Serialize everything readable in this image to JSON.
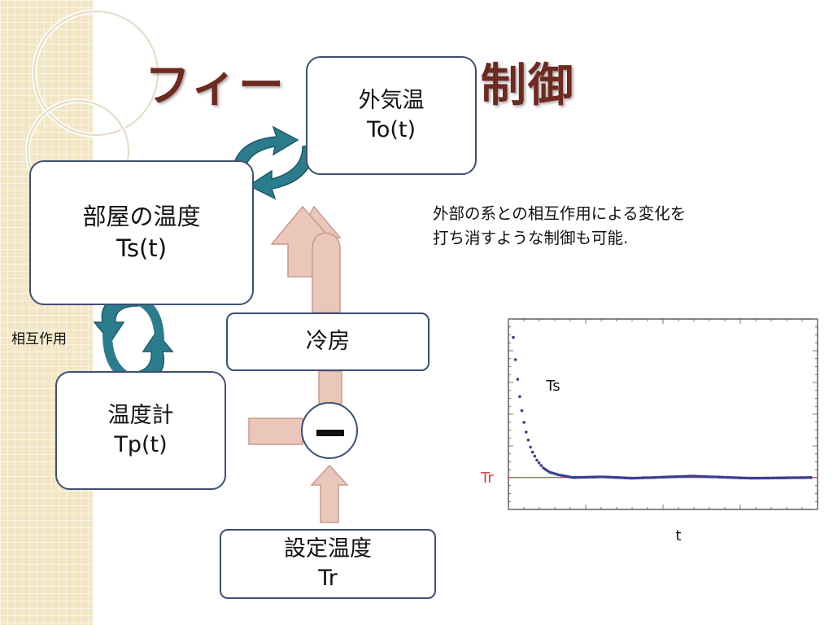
{
  "title": {
    "left": "フィー",
    "right": "制御"
  },
  "boxes": {
    "outside": {
      "line1": "外気温",
      "line2": "To(t)"
    },
    "room": {
      "line1": "部屋の温度",
      "line2": "Ts(t)"
    },
    "thermometer": {
      "line1": "温度計",
      "line2": "Tp(t)"
    },
    "cooler": {
      "label": "冷房"
    },
    "setpoint": {
      "line1": "設定温度",
      "line2": "Tr"
    }
  },
  "interaction_label": "相互作用",
  "note": {
    "line1": "外部の系との相互作用による変化を",
    "line2": "打ち消すような制御も可能."
  },
  "colors": {
    "title": "#6e2a1f",
    "box_border": "#3d4f74",
    "flow_arrow": "#ebc6bb",
    "cycle_arrow": "#2b7c8c",
    "series_ts": "#3b3f8f",
    "reference_tr": "#e23b3b"
  },
  "chart_data": {
    "type": "scatter",
    "xlabel": "t",
    "ylabel": "",
    "series": [
      {
        "name": "Ts",
        "x": [
          0,
          1,
          2,
          3,
          4,
          5,
          6,
          8,
          10,
          12,
          15,
          20,
          30,
          40,
          60,
          80,
          100
        ],
        "y": [
          1.0,
          0.78,
          0.6,
          0.46,
          0.35,
          0.27,
          0.2,
          0.12,
          0.07,
          0.04,
          0.02,
          0.0,
          0.005,
          -0.005,
          0.01,
          -0.005,
          0.0
        ]
      },
      {
        "name": "Tr",
        "x": [
          0,
          100
        ],
        "y": [
          0,
          0
        ]
      }
    ],
    "xlim": [
      0,
      100
    ],
    "ylim": [
      -0.1,
      1.05
    ],
    "grid": false
  }
}
